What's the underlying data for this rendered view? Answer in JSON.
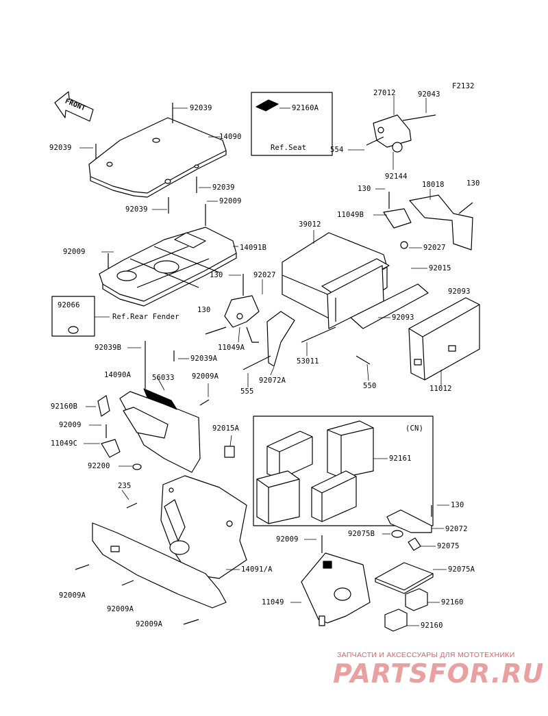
{
  "figure_code": "F2132",
  "front_arrow": "FRONT",
  "boxes": {
    "ref_seat_label": "Ref.Seat",
    "ref_rear_fender_label": "Ref.Rear Fender",
    "cn_label": "(CN)"
  },
  "callouts": {
    "c_92039_top": "92039",
    "c_92039_left": "92039",
    "c_14090": "14090",
    "c_92039_right": "92039",
    "c_92039_bottom": "92039",
    "c_92009_a": "92009",
    "c_92160a": "92160A",
    "c_27012": "27012",
    "c_92043": "92043",
    "c_554": "554",
    "c_92144": "92144",
    "c_130_a": "130",
    "c_18018": "18018",
    "c_130_b": "130",
    "c_11049b": "11049B",
    "c_39012": "39012",
    "c_92027_a": "92027",
    "c_92015": "92015",
    "c_92009_b": "92009",
    "c_14091b": "14091B",
    "c_130_c": "130",
    "c_92027_b": "92027",
    "c_92093_a": "92093",
    "c_92093_b": "92093",
    "c_92066": "92066",
    "c_130_d": "130",
    "c_11049a": "11049A",
    "c_53011": "53011",
    "c_92039b": "92039B",
    "c_92039a": "92039A",
    "c_14090a": "14090A",
    "c_56033": "56033",
    "c_92009a_a": "92009A",
    "c_92072a": "92072A",
    "c_555": "555",
    "c_550": "550",
    "c_11012": "11012",
    "c_92160b": "92160B",
    "c_92009_c": "92009",
    "c_11049c": "11049C",
    "c_92015a": "92015A",
    "c_92161": "92161",
    "c_92200": "92200",
    "c_235": "235",
    "c_130_e": "130",
    "c_92072": "92072",
    "c_92009_d": "92009",
    "c_92075b": "92075B",
    "c_92075": "92075",
    "c_14091a": "14091/A",
    "c_92075a": "92075A",
    "c_92009a_b": "92009A",
    "c_92009a_c": "92009A",
    "c_11049": "11049",
    "c_92160_a": "92160",
    "c_92160_b": "92160",
    "c_92009a_d": "92009A"
  },
  "watermark": {
    "tagline": "ЗАПЧАСТИ И АКСЕССУАРЫ ДЛЯ МОТОТЕХНИКИ",
    "brand": "PARTSFOR.RU",
    "color": "#e06060"
  }
}
